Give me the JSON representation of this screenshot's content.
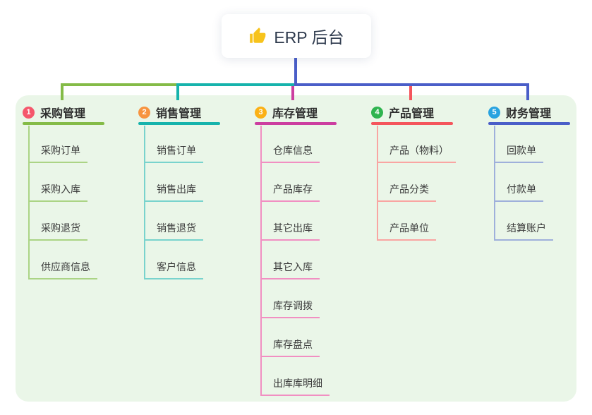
{
  "root": {
    "title": "ERP 后台",
    "icon": "thumbs-up-icon",
    "icon_color": "#f7c31c"
  },
  "canvas": {
    "background": "#ffffff",
    "panel_background": "#eaf6e8",
    "stem_color": "#4a5ec8"
  },
  "branches": [
    {
      "badge": "1",
      "label": "采购管理",
      "badge_color": "#f5576c",
      "line_color": "#84bb47",
      "child_line_color": "#abd485",
      "children": [
        "采购订单",
        "采购入库",
        "采购退货",
        "供应商信息"
      ]
    },
    {
      "badge": "2",
      "label": "销售管理",
      "badge_color": "#f79440",
      "line_color": "#16b3ac",
      "child_line_color": "#79d3cd",
      "children": [
        "销售订单",
        "销售出库",
        "销售退货",
        "客户信息"
      ]
    },
    {
      "badge": "3",
      "label": "库存管理",
      "badge_color": "#fbb116",
      "line_color": "#cc3ea0",
      "child_line_color": "#f18fc2",
      "children": [
        "仓库信息",
        "产品库存",
        "其它出库",
        "其它入库",
        "库存调拨",
        "库存盘点",
        "出库库明细"
      ]
    },
    {
      "badge": "4",
      "label": "产品管理",
      "badge_color": "#2fb44f",
      "line_color": "#f4555c",
      "child_line_color": "#f9a5a2",
      "children": [
        "产品（物料）",
        "产品分类",
        "产品单位"
      ]
    },
    {
      "badge": "5",
      "label": "财务管理",
      "badge_color": "#29a3e0",
      "line_color": "#4a5ec8",
      "child_line_color": "#9fb0db",
      "children": [
        "回款单",
        "付款单",
        "结算账户"
      ]
    }
  ]
}
